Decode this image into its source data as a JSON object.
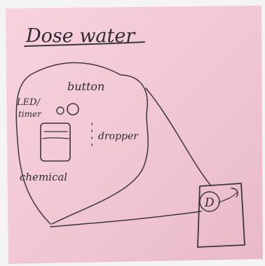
{
  "note": {
    "title": "Dose water",
    "labels": {
      "led": "LED/",
      "led_line2": "timer",
      "button": "button",
      "dropper": "dropper",
      "chemical": "chemical",
      "device": "D"
    }
  },
  "colors": {
    "paper": "#f2c9d5",
    "ink": "#3b353d",
    "background": "#f3f3f1"
  }
}
